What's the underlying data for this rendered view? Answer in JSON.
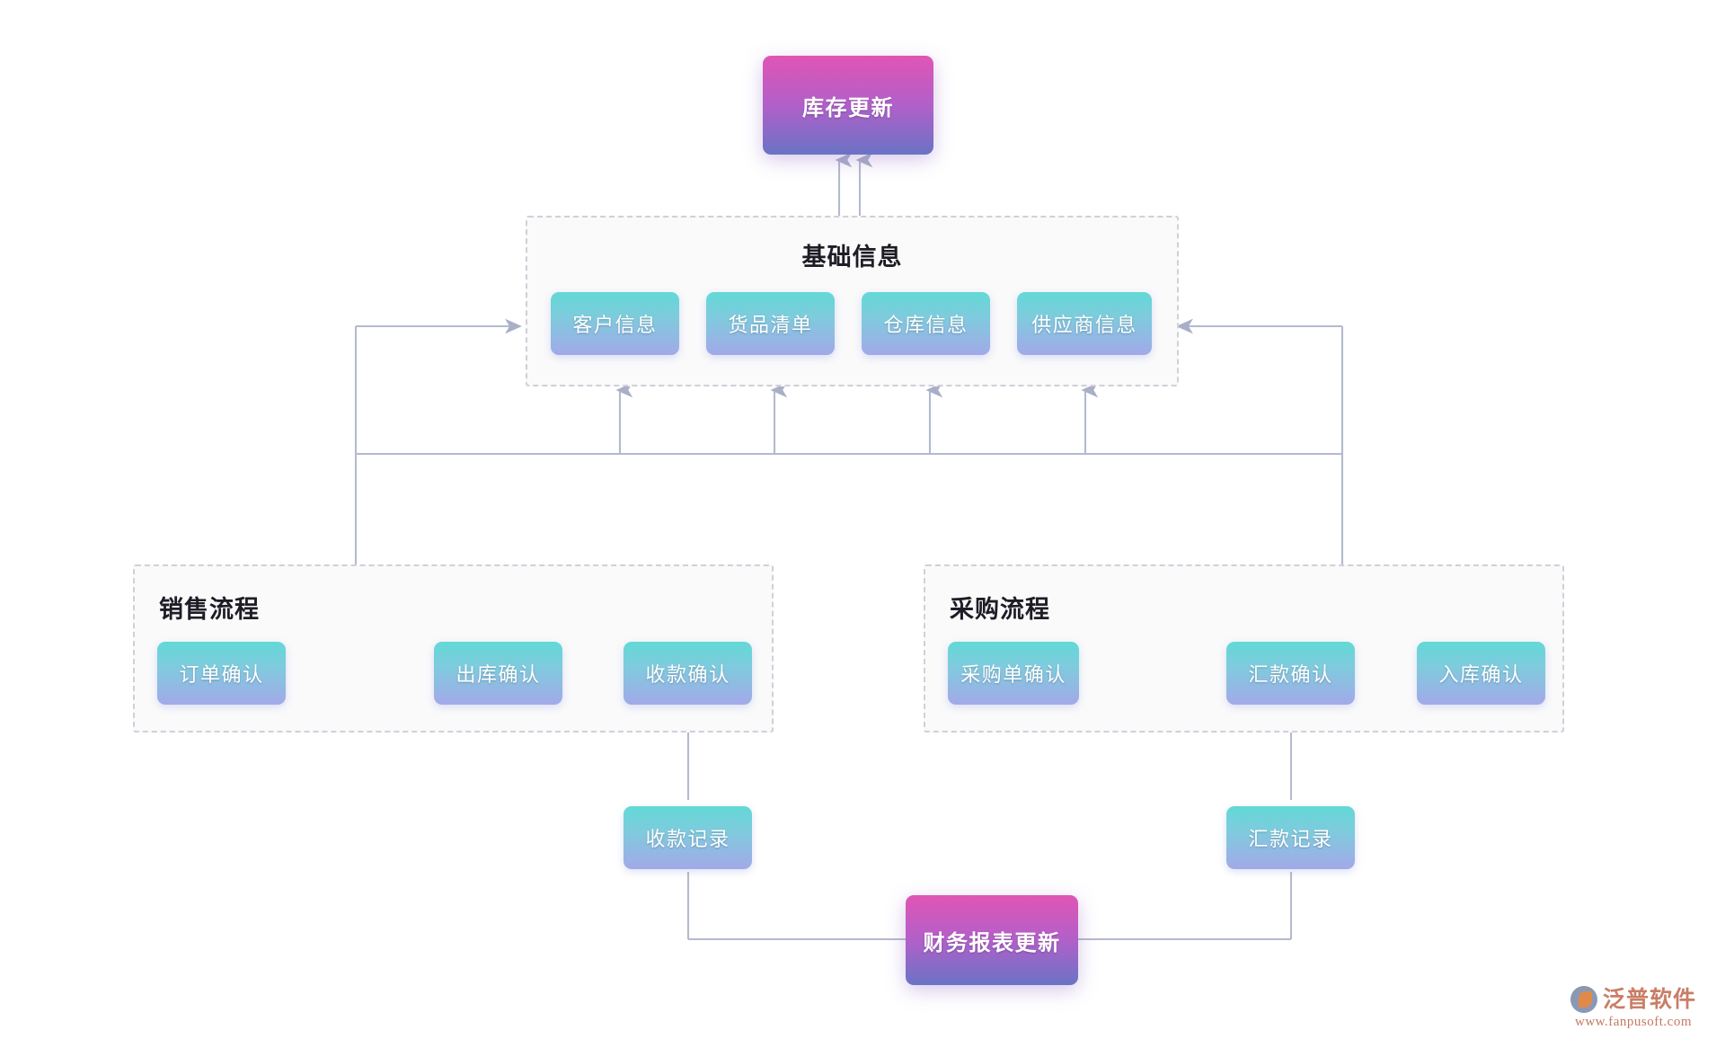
{
  "diagram": {
    "title_top_node": "库存更新",
    "groups": [
      {
        "id": "basic-info",
        "title": "基础信息",
        "nodes": [
          "客户信息",
          "货品清单",
          "仓库信息",
          "供应商信息"
        ]
      },
      {
        "id": "sales-flow",
        "title": "销售流程",
        "nodes": [
          "订单确认",
          "出库确认",
          "收款确认"
        ]
      },
      {
        "id": "purchase-flow",
        "title": "采购流程",
        "nodes": [
          "采购单确认",
          "汇款确认",
          "入库确认"
        ]
      }
    ],
    "records": {
      "sales_record": "收款记录",
      "purchase_record": "汇款记录"
    },
    "finance_node": "财务报表更新",
    "colors": {
      "node_teal_start": "#62d9d6",
      "node_teal_end": "#a2a9e9",
      "node_magenta_start": "#e055b4",
      "node_magenta_end": "#6a73c6",
      "connector": "#b4bace",
      "group_border": "#cfd0da",
      "group_fill": "#fafafb",
      "title_text": "#1d1d26"
    }
  },
  "watermark": {
    "brand": "泛普软件",
    "url": "www.fanpusoft.com",
    "logo_icon": "fanpu-logo-icon"
  }
}
